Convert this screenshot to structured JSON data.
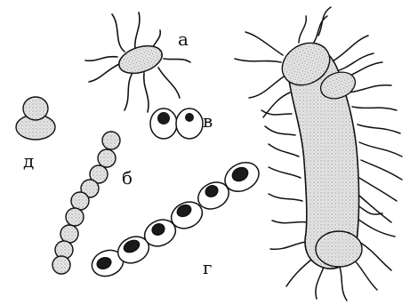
{
  "labels": {
    "a": "а",
    "b": "б",
    "v": "в",
    "g": "г",
    "d": "д"
  },
  "colors": {
    "ink": "#111111",
    "cell_fill": "#dcdcdc",
    "nucleus": "#1a1a1a",
    "background": "#ffffff"
  }
}
